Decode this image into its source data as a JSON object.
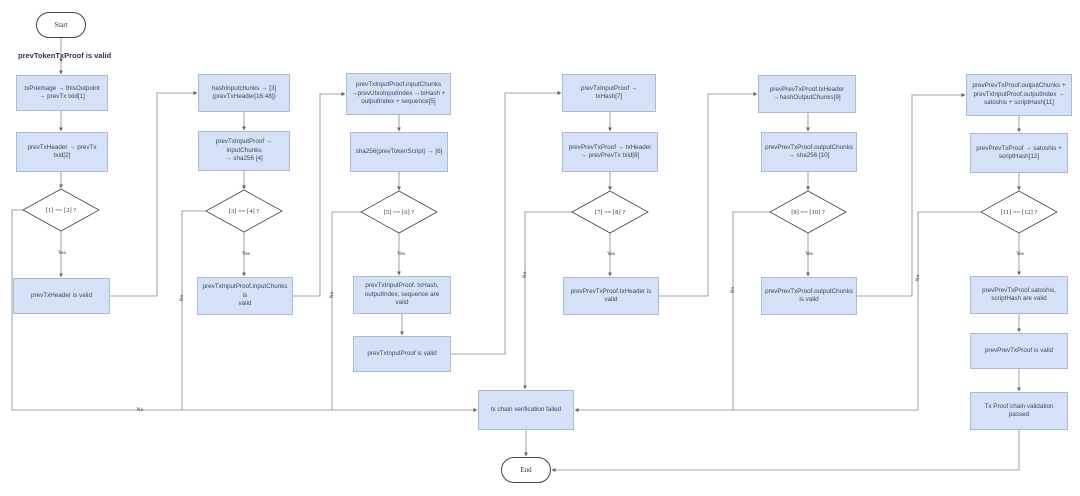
{
  "terminals": {
    "start": "Start",
    "end": "End"
  },
  "heading": "prevTokenTxProof is valid",
  "boxes": {
    "b1": "txPreimage → thisOutpoint\n→ prevTx txid[1]",
    "b2": "prevTxHeader → prevTx\ntxid[2]",
    "b3": "prevTxHeader is valid",
    "b4": "hashInputchunks → [3]\n(prevTxHeader[16:48])",
    "b5": "prevTxInputProof → inputChunks\n→ sha256 [4]",
    "b6": "prevTxInputProof.inputChunks is\nvalid",
    "b7": "prevTxInputProof.inputChunks\n→prevUtxoInputIndex →txHash +\noutputIndex + sequence[5]",
    "b8": "sha256(prevTokenScript) → [6]",
    "b9": "prevTxInputProof. txHash,\noutputIndex, sequence are valid",
    "b10": "prevTxInputProof is valid",
    "b11": "prevTxInputProof → txHash[7]",
    "b12": "prevPrevTxProof → txHeader\n→ prevPrevTx txid[8]",
    "b13": "prevPrevTxProof.txHeader is\nvalid",
    "b14": "prevPrevTxProof.txHeader\n→hashOutputChunks[9]",
    "b15": "prevPrevTxProof.outputChunks\n→ sha256 [10]",
    "b16": "prevPrevTxProof.outputChunks\nis valid",
    "b17": "prevPrevTxProof.outputChunks +\nprevTxInputProof.outputIndex →\nsatoshis + scriptHash[11]",
    "b18": "prevPrevTxProof → satoshis +\nscriptHash[12]",
    "b19": "prevPrevTxProof.satoshis,\nscriptHash are valid",
    "b20": "prevPrevTxProof is valid",
    "b21": "Tx Proof chain validation passed",
    "fail": "tx chain verification failed"
  },
  "decisions": {
    "d1": "[1] == [2] ?",
    "d2": "[3] == [4] ?",
    "d3": "[5] == [6] ?",
    "d4": "[7] == [8] ?",
    "d5": "[9] == [10] ?",
    "d6": "[11] == [12] ?"
  },
  "edge_labels": {
    "yes": "Yes",
    "no": "No"
  },
  "colors": {
    "box_fill": "#d4e1f7",
    "box_border": "#aabbd6",
    "line": "#888888"
  }
}
